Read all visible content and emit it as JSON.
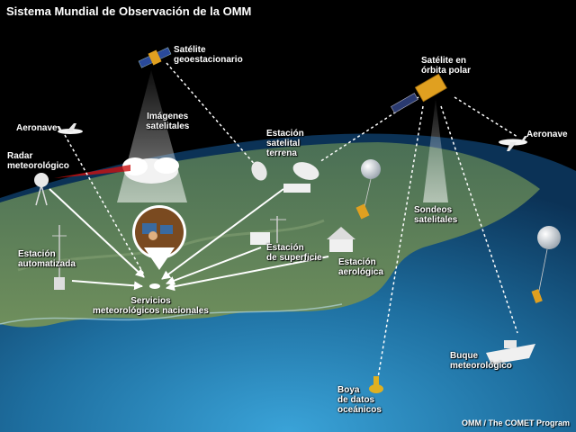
{
  "title": "Sistema Mundial de Observación de la OMM",
  "credit": "OMM / The COMET Program",
  "nodes": {
    "geo_satellite": "Satélite\ngeoestacionario",
    "polar_satellite": "Satélite en\nórbita polar",
    "satellite_images": "Imágenes\nsatelitales",
    "aircraft_left": "Aeronave",
    "aircraft_right": "Aeronave",
    "weather_radar": "Radar\nmeteorológico",
    "ground_station": "Estación\nsatelital\nterrena",
    "satellite_soundings": "Sondeos\nsatelitales",
    "automatic_station": "Estación\nautomatizada",
    "surface_station": "Estación\nde superficie",
    "upper_air_station": "Estación\naerológica",
    "national_services": "Servicios\nmeteorológicos nacionales",
    "weather_ship": "Buque\nmeteorológico",
    "ocean_buoy": "Boya\nde datos\noceánicos"
  },
  "colors": {
    "space": "#000000",
    "ocean": "#1e6fa0",
    "land": "#4f7a52",
    "arrow": "#ffffff",
    "radar_beam": "#cc1010",
    "satellite_gold": "#e0a020"
  }
}
